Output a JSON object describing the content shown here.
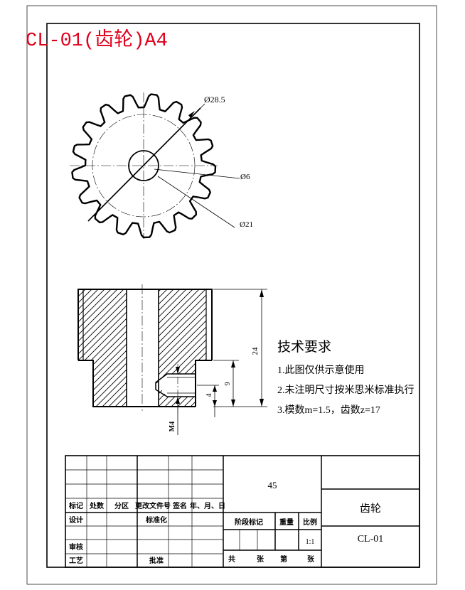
{
  "header": {
    "title": "CL-01(齿轮)A4",
    "title_color": "#e0001b"
  },
  "front_view": {
    "dim_outer": "Ø28.5",
    "dim_bore": "Ø6",
    "dim_pitch": "Ø21",
    "teeth": 17
  },
  "section_view": {
    "dim_height": "24",
    "dim_hub": "9",
    "dim_step": "4",
    "dim_thread": "M4"
  },
  "tech_requirements": {
    "heading": "技术要求",
    "items": [
      "1.此图仅供示意使用",
      "2.未注明尺寸按米思米标准执行",
      "3.模数m=1.5，齿数z=17"
    ]
  },
  "title_block": {
    "material": "45",
    "part_name": "齿轮",
    "drawing_no": "CL-01",
    "scale": "1:1",
    "rev_headers": [
      "标记",
      "处数",
      "分区",
      "更改文件号",
      "签名",
      "年、月、日"
    ],
    "design_label": "设计",
    "standardize_label": "标准化",
    "review_label": "审核",
    "process_label": "工艺",
    "approve_label": "批准",
    "stage_label": "阶段标记",
    "weight_label": "重量",
    "scale_label": "比例",
    "sheets": [
      "共",
      "张",
      "第",
      "张"
    ]
  }
}
